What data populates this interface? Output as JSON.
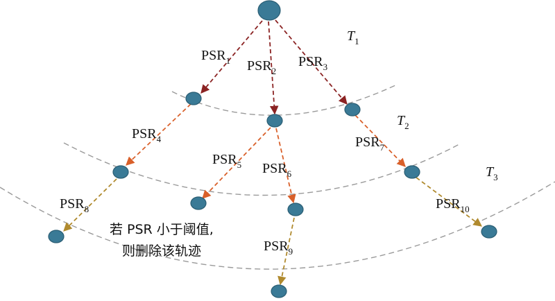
{
  "colors": {
    "node_fill": "#3a7a96",
    "node_stroke": "#2a5d73",
    "arc": "#9a9a9a",
    "level1_arrow": "#8b2323",
    "level2_arrow": "#d9602a",
    "level3_arrow": "#b08a2e"
  },
  "tiers": [
    {
      "base": "T",
      "sub": "1"
    },
    {
      "base": "T",
      "sub": "2"
    },
    {
      "base": "T",
      "sub": "3"
    }
  ],
  "edges": [
    {
      "base": "PSR",
      "sub": "1"
    },
    {
      "base": "PSR",
      "sub": "2"
    },
    {
      "base": "PSR",
      "sub": "3"
    },
    {
      "base": "PSR",
      "sub": "4"
    },
    {
      "base": "PSR",
      "sub": "5"
    },
    {
      "base": "PSR",
      "sub": "6"
    },
    {
      "base": "PSR",
      "sub": "7"
    },
    {
      "base": "PSR",
      "sub": "8"
    },
    {
      "base": "PSR",
      "sub": "9"
    },
    {
      "base": "PSR",
      "sub": "10"
    }
  ],
  "annotation": {
    "line1": "若 PSR 小于阈值,",
    "line2": "则删除该轨迹"
  }
}
